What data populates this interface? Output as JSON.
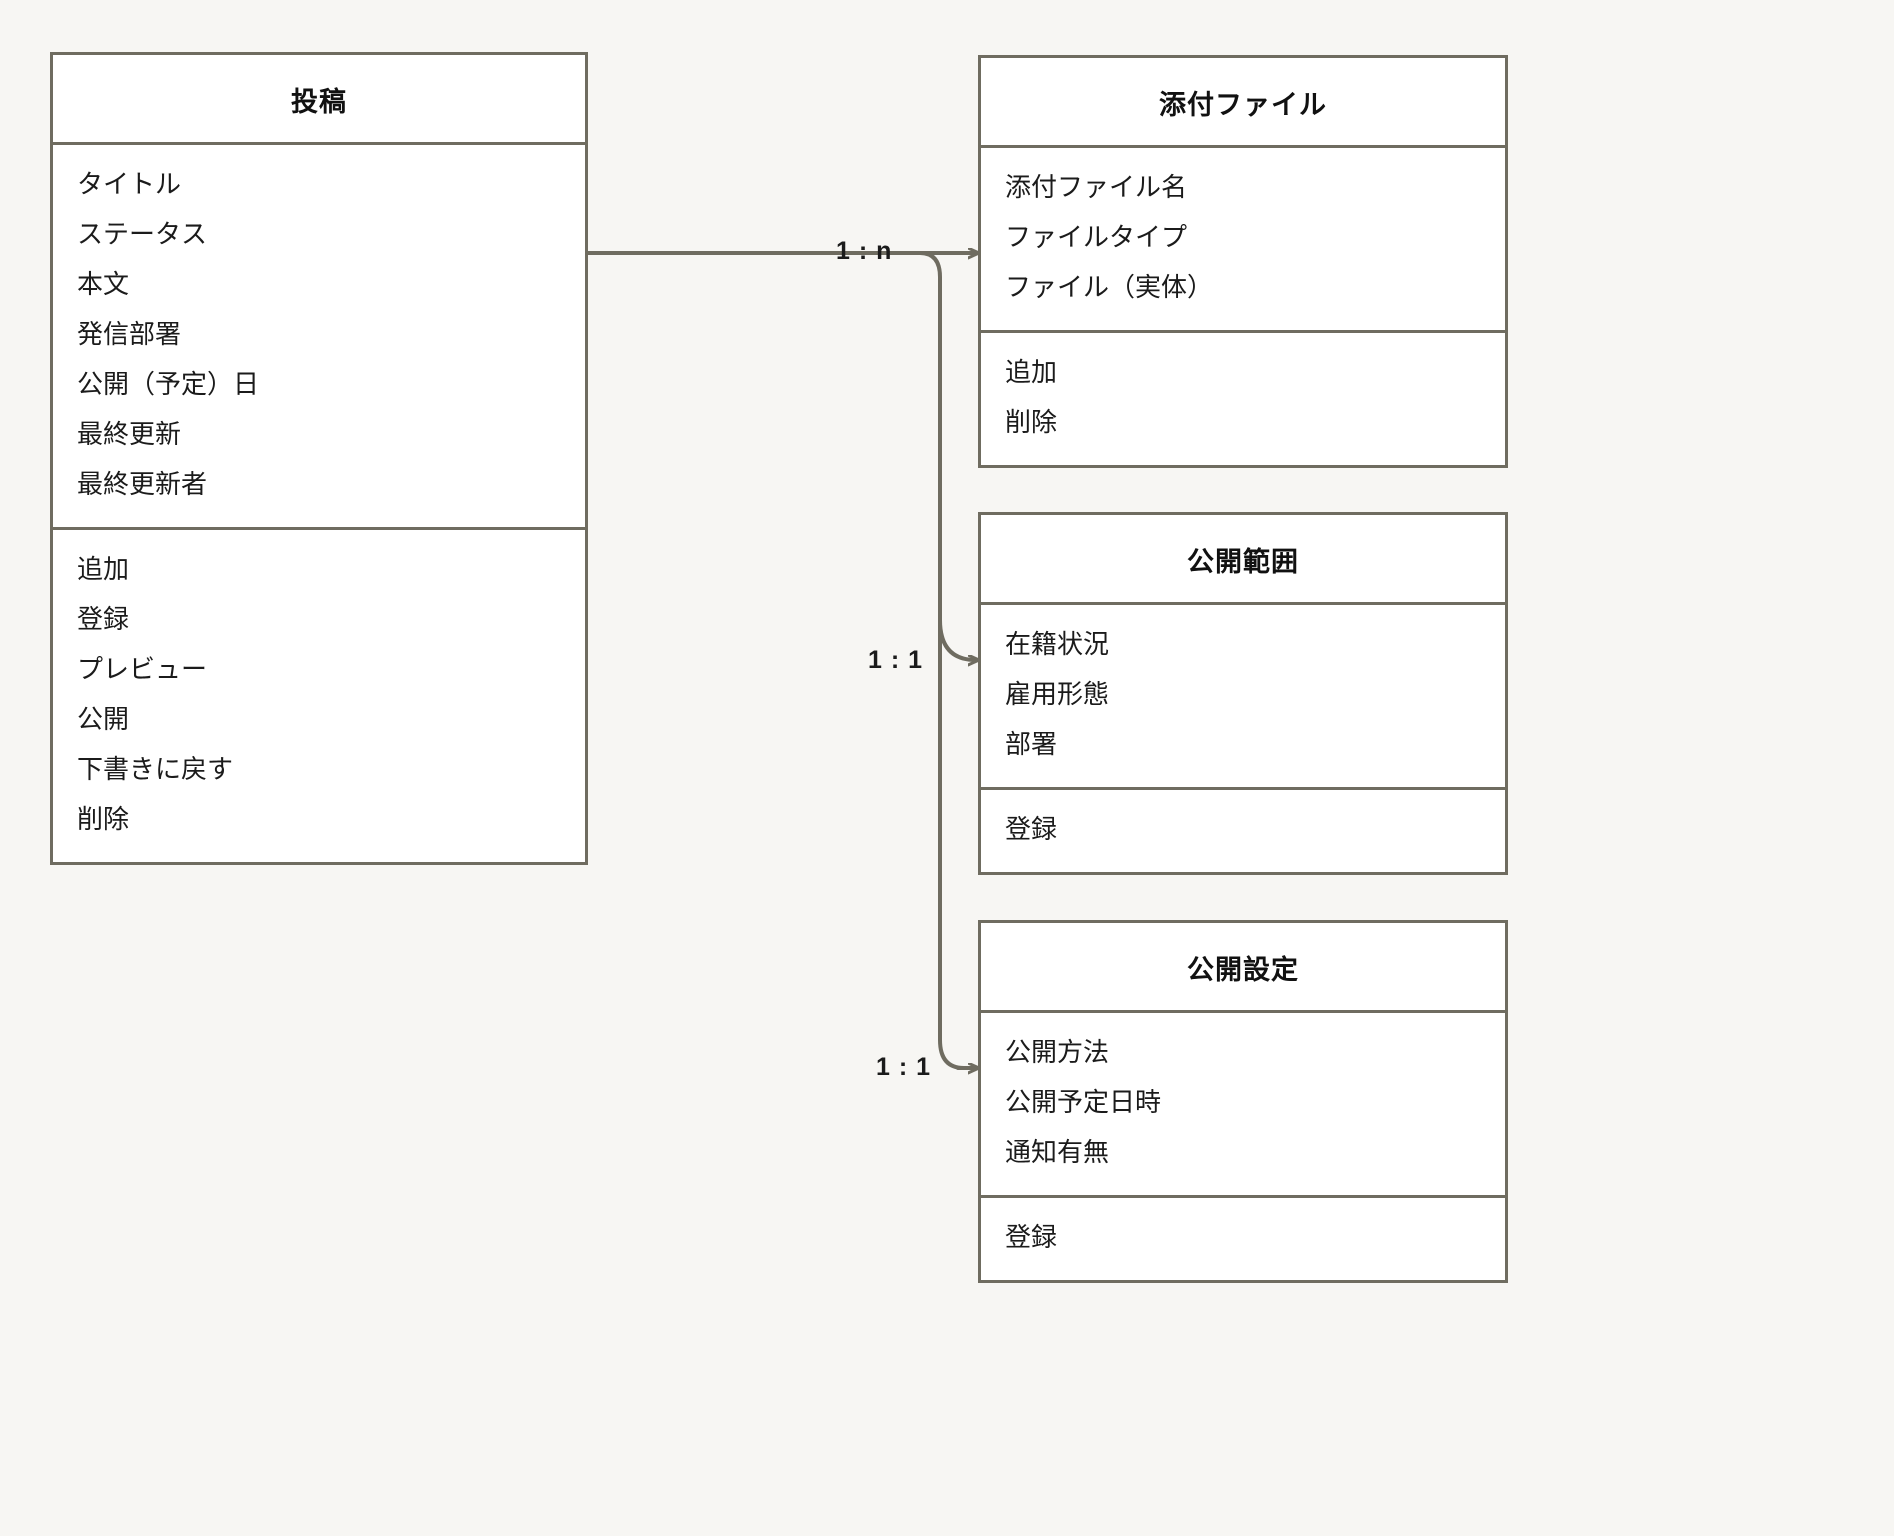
{
  "diagram": {
    "type": "uml-class-diagram",
    "background_color": "#f7f6f3",
    "line_color": "#6f6c60",
    "box_fill": "#ffffff",
    "text_color": "#1b1b1b"
  },
  "classes": [
    {
      "id": "post",
      "title": "投稿",
      "attributes": [
        "タイトル",
        "ステータス",
        "本文",
        "発信部署",
        "公開（予定）日",
        "最終更新",
        "最終更新者"
      ],
      "operations": [
        "追加",
        "登録",
        "プレビュー",
        "公開",
        "下書きに戻す",
        "削除"
      ]
    },
    {
      "id": "attachment",
      "title": "添付ファイル",
      "attributes": [
        "添付ファイル名",
        "ファイルタイプ",
        "ファイル（実体）"
      ],
      "operations": [
        "追加",
        "削除"
      ]
    },
    {
      "id": "scope",
      "title": "公開範囲",
      "attributes": [
        "在籍状況",
        "雇用形態",
        "部署"
      ],
      "operations": [
        "登録"
      ]
    },
    {
      "id": "settings",
      "title": "公開設定",
      "attributes": [
        "公開方法",
        "公開予定日時",
        "通知有無"
      ],
      "operations": [
        "登録"
      ]
    }
  ],
  "relations": [
    {
      "id": "post-attachment",
      "from": "post",
      "to": "attachment",
      "label": "1 : n"
    },
    {
      "id": "post-scope",
      "from": "post",
      "to": "scope",
      "label": "1 : 1"
    },
    {
      "id": "post-settings",
      "from": "post",
      "to": "settings",
      "label": "1 : 1"
    }
  ]
}
